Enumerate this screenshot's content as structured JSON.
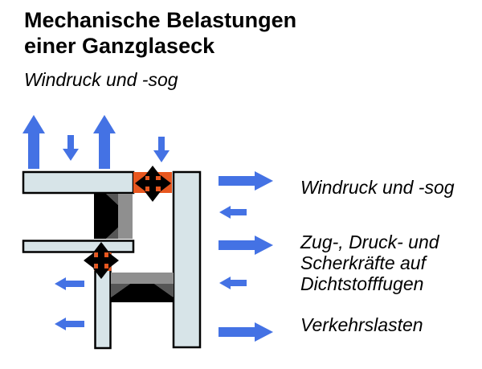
{
  "title": {
    "text": "Mechanische Belastungen\neiner Ganzglaseck"
  },
  "subtitle": "Windruck und -sog",
  "labels": {
    "wind": "Windruck und -sog",
    "forces": "Zug-, Druck- und\nScherkräfte auf\nDichtstofffugen",
    "traffic": "Verkehrslasten"
  },
  "colors": {
    "arrow_blue": "#4472E4",
    "glass_fill": "#D7E4E8",
    "glass_stroke": "#000000",
    "joint_orange": "#E8571F",
    "seal_gray": "#8F8F8F",
    "seal_dark": "#565656",
    "seal_black": "#000000",
    "cross_black": "#000000",
    "text": "#000000"
  },
  "icons": {
    "up_arrow_large": "wind-suction-up-arrow",
    "down_arrow_small": "wind-pressure-down-arrow",
    "right_arrow_large": "wind-pressure-right-arrow",
    "left_arrow_small": "wind-suction-left-arrow",
    "cross_arrow": "four-way-joint-movement-arrow"
  }
}
